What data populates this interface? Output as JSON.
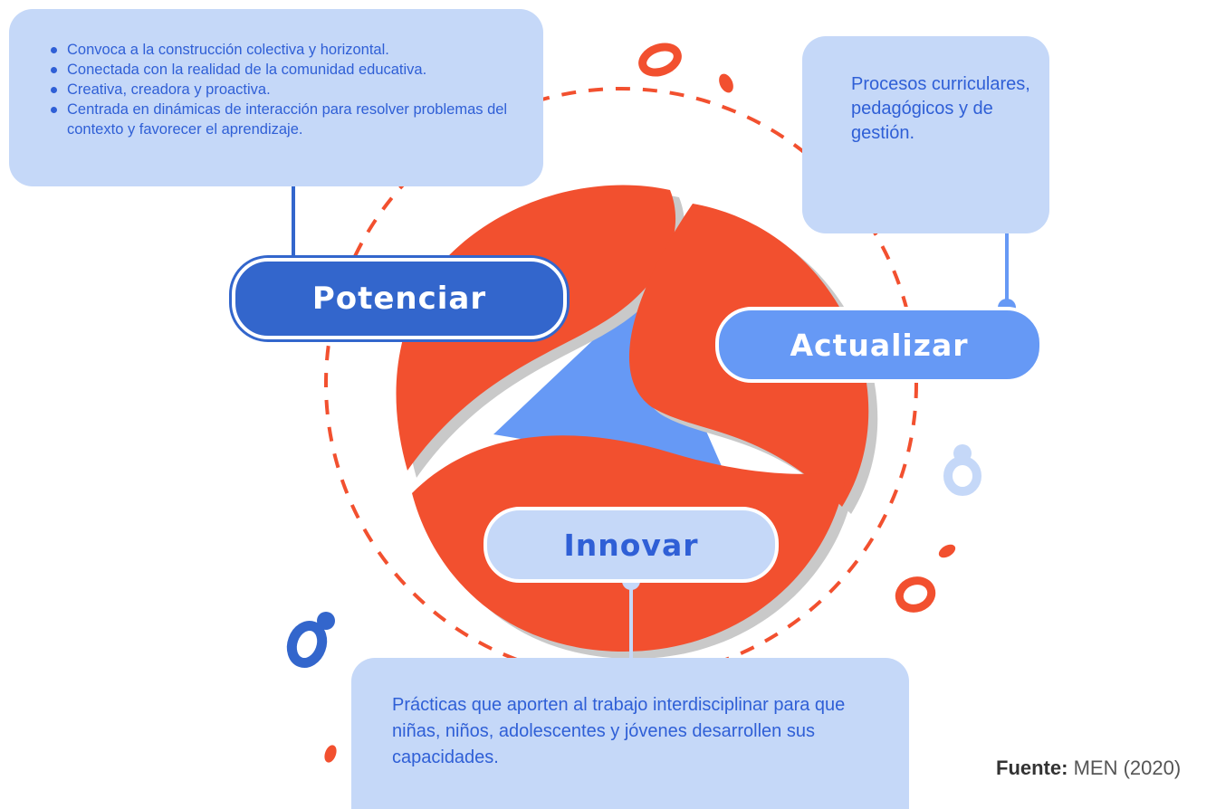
{
  "potenciar": {
    "label": "Potenciar",
    "bullets": [
      "Convoca a la construcción colectiva y horizontal.",
      "Conectada con la realidad de la comunidad educativa.",
      "Creativa, creadora y proactiva.",
      "Centrada en dinámicas de interacción para resolver problemas del contexto y favorecer el aprendizaje."
    ]
  },
  "actualizar": {
    "label": "Actualizar",
    "text": "Procesos curriculares, pedagógicos y de gestión."
  },
  "innovar": {
    "label": "Innovar",
    "text": "Prácticas que aporten al trabajo interdisciplinar para que niñas, niños, adolescentes y jóvenes desarrollen sus capacidades."
  },
  "source": {
    "prefix": "Fuente:",
    "text": "MEN (2020)"
  },
  "colors": {
    "orange": "#f2502f",
    "dark_blue": "#3366cc",
    "mid_blue": "#6699f5",
    "light_blue": "#c5d8f8",
    "text_blue": "#2f5fd6"
  }
}
